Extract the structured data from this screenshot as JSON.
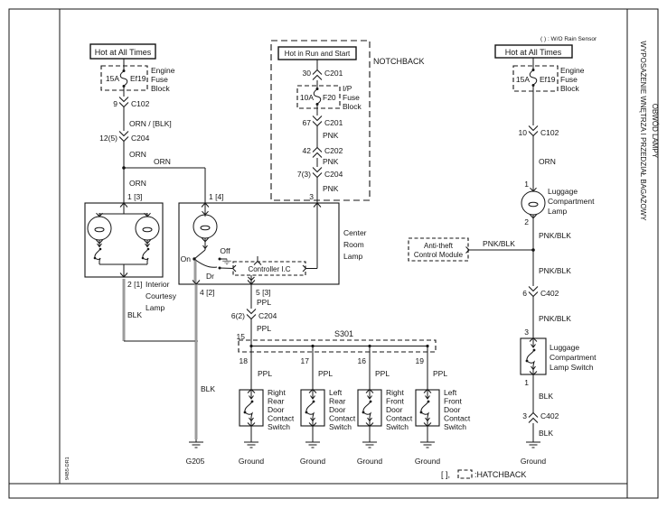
{
  "meta": {
    "rain_note": "( ) : W/O Rain Sensor",
    "sidebar_line1": "WYPOSAŻENIE WNĘTRZA I PRZEDZIAŁ BAGAŻOWY",
    "sidebar_line2": "OBWÓD LAMPY",
    "doc_code": "94B5-DR1",
    "legend_brackets": "[ ],",
    "legend_label": ":HATCHBACK"
  },
  "feed_left": {
    "title": "Hot at All Times",
    "fuse_amp": "15A",
    "fuse_id": "Ef19",
    "block": [
      "Engine",
      "Fuse",
      "Block"
    ],
    "c1_pin": "9",
    "c1": "C102",
    "w1": "ORN / [BLK]",
    "c2_pin": "12(5)",
    "c2": "C204",
    "w2": "ORN",
    "w_branch": "ORN",
    "w3": "ORN"
  },
  "courtesy": {
    "pin_top": "1 [3]",
    "pin_bot": "2 [1]",
    "name": [
      "Interior",
      "Courtesy",
      "Lamp"
    ],
    "w1": "BLK",
    "w2": "BLK",
    "ground": "G205"
  },
  "feed_run": {
    "title": "Hot in Run and Start",
    "tag": "NOTCHBACK",
    "c1_pin": "30",
    "c1": "C201",
    "fuse_amp": "10A",
    "fuse_id": "F20",
    "block": [
      "I/P",
      "Fuse",
      "Block"
    ],
    "c2_pin": "67",
    "c2": "C201",
    "w1": "PNK",
    "c3_pin": "42",
    "c3": "C202",
    "w2": "PNK",
    "c4_pin": "7(3)",
    "c4": "C204",
    "w3": "PNK",
    "pin": "3"
  },
  "room_lamp": {
    "pin_top": "1 [4]",
    "name": [
      "Center",
      "Room",
      "Lamp"
    ],
    "sw_on": "On",
    "sw_off": "Off",
    "sw_dr": "Dr",
    "controller": "Controller I.C",
    "pin_b1": "4 [2]",
    "pin_b2": "5 [3]",
    "w1": "PPL",
    "c1_pin": "6(2)",
    "c1": "C204",
    "w2": "PPL",
    "splice_pin": "15",
    "splice": "S301"
  },
  "doors": [
    {
      "pin": "18",
      "wire": "PPL",
      "name": [
        "Right",
        "Rear",
        "Door",
        "Contact",
        "Switch"
      ],
      "ground": "Ground"
    },
    {
      "pin": "17",
      "wire": "PPL",
      "name": [
        "Left",
        "Rear",
        "Door",
        "Contact",
        "Switch"
      ],
      "ground": "Ground"
    },
    {
      "pin": "16",
      "wire": "PPL",
      "name": [
        "Right",
        "Front",
        "Door",
        "Contact",
        "Switch"
      ],
      "ground": "Ground"
    },
    {
      "pin": "19",
      "wire": "PPL",
      "name": [
        "Left",
        "Front",
        "Door",
        "Contact",
        "Switch"
      ],
      "ground": "Ground"
    }
  ],
  "luggage": {
    "title": "Hot at All Times",
    "fuse_amp": "15A",
    "fuse_id": "Ef19",
    "block": [
      "Engine",
      "Fuse",
      "Block"
    ],
    "c1_pin": "10",
    "c1": "C102",
    "w1": "ORN",
    "lamp_pin_top": "1",
    "lamp_name": [
      "Luggage",
      "Compartment",
      "Lamp"
    ],
    "lamp_pin_bot": "2",
    "w2": "PNK/BLK",
    "antitheft": [
      "Anti-theft",
      "Control Module"
    ],
    "at_wire": "PNK/BLK",
    "w3": "PNK/BLK",
    "c2_pin": "6",
    "c2": "C402",
    "w4": "PNK/BLK",
    "sw_pin_top": "3",
    "sw_name": [
      "Luggage",
      "Compartment",
      "Lamp Switch"
    ],
    "sw_pin_bot": "1",
    "w5": "BLK",
    "c3_pin": "3",
    "c3": "C402",
    "w6": "BLK",
    "ground": "Ground"
  }
}
